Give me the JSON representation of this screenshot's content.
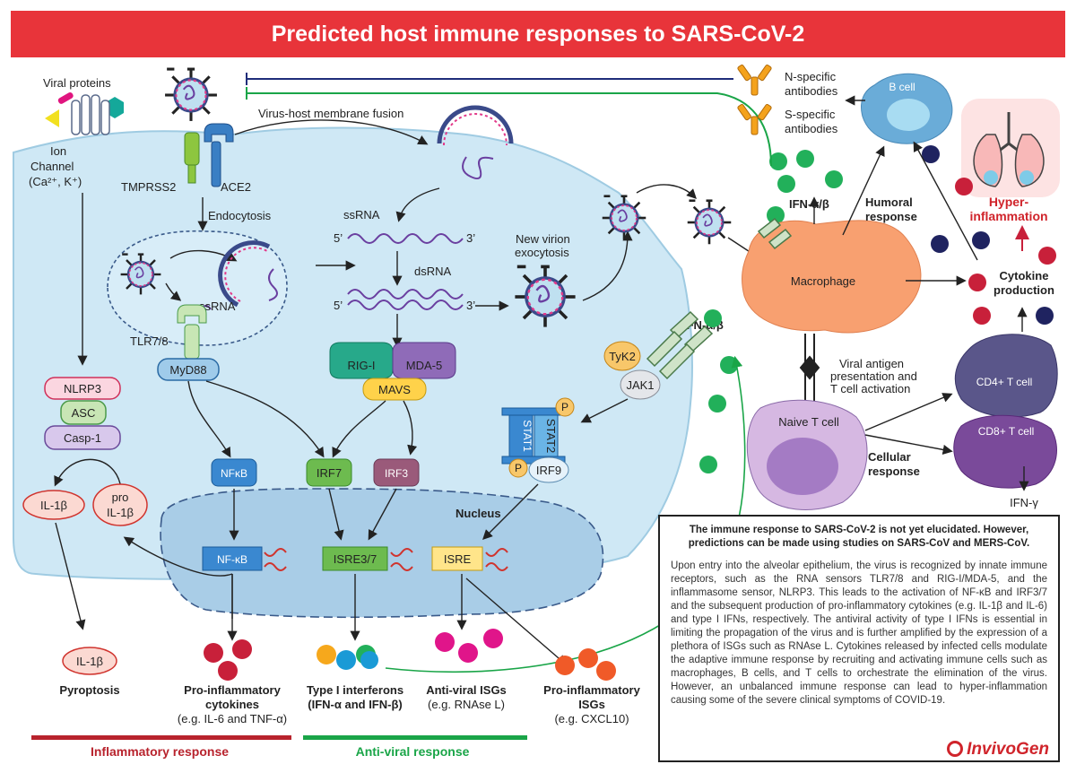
{
  "title": "Predicted host immune responses to SARS-CoV-2",
  "labels": {
    "viral_proteins": "Viral proteins",
    "ion_channel_1": "Ion",
    "ion_channel_2": "Channel",
    "ion_channel_3": "(Ca²⁺, K⁺)",
    "tmprss2": "TMPRSS2",
    "ace2": "ACE2",
    "membrane_fusion": "Virus-host membrane fusion",
    "endocytosis": "Endocytosis",
    "ssrna_top": "ssRNA",
    "prime5_1": "5’",
    "prime3_1": "3’",
    "dsrna": "dsRNA",
    "prime5_2": "5’",
    "prime3_2": "3’",
    "ssrna_endo": "ssRNA",
    "tlr78": "TLR7/8",
    "myd88": "MyD88",
    "rigi": "RIG-I",
    "mda5": "MDA-5",
    "mavs": "MAVS",
    "new_virion_1": "New virion",
    "new_virion_2": "exocytosis",
    "ifn_ab_1": "IFN-α/β",
    "ifn_ab_2": "IFN-α/β",
    "tyk2": "TyK2",
    "jak1": "JAK1",
    "stat1": "STAT1",
    "stat2": "STAT2",
    "p1": "P",
    "p2": "P",
    "irf9": "IRF9",
    "nlrp3": "NLRP3",
    "asc": "ASC",
    "casp1": "Casp-1",
    "il1b": "IL-1β",
    "pro_il1b_1": "pro",
    "pro_il1b_2": "IL-1β",
    "nfkb": "NFκB",
    "irf7": "IRF7",
    "irf3": "IRF3",
    "nucleus": "Nucleus",
    "nfkb_nuc": "NF-κB",
    "isre37": "ISRE3/7",
    "isre": "ISRE",
    "il1b_out": "IL-1β",
    "pyroptosis": "Pyroptosis",
    "pro_cyt_1": "Pro-inflammatory",
    "pro_cyt_2": "cytokines",
    "pro_cyt_3": "(e.g. IL-6 and TNF-α)",
    "type1_1": "Type I interferons",
    "type1_2": "(IFN-α and IFN-β)",
    "antiviral_isg_1": "Anti-viral ISGs",
    "antiviral_isg_2": "(e.g. RNAse L)",
    "proinf_isg_1": "Pro-inflammatory",
    "proinf_isg_2": "ISGs",
    "proinf_isg_3": "(e.g. CXCL10)",
    "inflammatory_response": "Inflammatory response",
    "antiviral_response": "Anti-viral response",
    "n_ab_1": "N-specific",
    "n_ab_2": "antibodies",
    "s_ab_1": "S-specific",
    "s_ab_2": "antibodies",
    "b_cell": "B cell",
    "humoral_1": "Humoral",
    "humoral_2": "response",
    "hyper_1": "Hyper-",
    "hyper_2": "inflammation",
    "macrophage": "Macrophage",
    "cytokine_1": "Cytokine",
    "cytokine_2": "production",
    "viral_antigen_1": "Viral antigen",
    "viral_antigen_2": "presentation and",
    "viral_antigen_3": "T cell activation",
    "cd4": "CD4+ T cell",
    "cd8": "CD8+ T cell",
    "naive_t": "Naive T cell",
    "cellular_1": "Cellular",
    "cellular_2": "response",
    "ifn_g": "IFN-γ"
  },
  "info": {
    "intro": "The immune response to SARS-CoV-2 is not yet elucidated. However, predictions can be made using studies on SARS-CoV and MERS-CoV.",
    "body": "Upon entry into the alveolar epithelium, the virus is recognized by innate immune receptors, such as the RNA sensors TLR7/8 and RIG-I/MDA-5, and the inflammasome sensor, NLRP3. This leads to the activation of NF-κB and IRF3/7 and the subsequent production of pro-inflammatory cytokines (e.g. IL-1β and IL-6) and type I IFNs, respectively. The antiviral activity of type I IFNs is essential in limiting the propagation of the virus and is further amplified by the expression of a plethora of ISGs such as RNAse L. Cytokines released by infected cells modulate the adaptive immune response by recruiting and activating immune cells such as macrophages, B cells, and T cells to orchestrate the elimination of the virus. However, an unbalanced immune response can lead to hyper-inflammation causing some of the severe clinical symptoms of COVID-19.",
    "logo": "InvivoGen"
  },
  "colors": {
    "title_bg": "#e8343a",
    "cell_fill": "#cfe8f5",
    "inflammatory": "#b8232d",
    "antiviral": "#1aa548",
    "green_dot": "#22b05a",
    "red_dot": "#c8203a",
    "navy_dot": "#1f2360"
  }
}
